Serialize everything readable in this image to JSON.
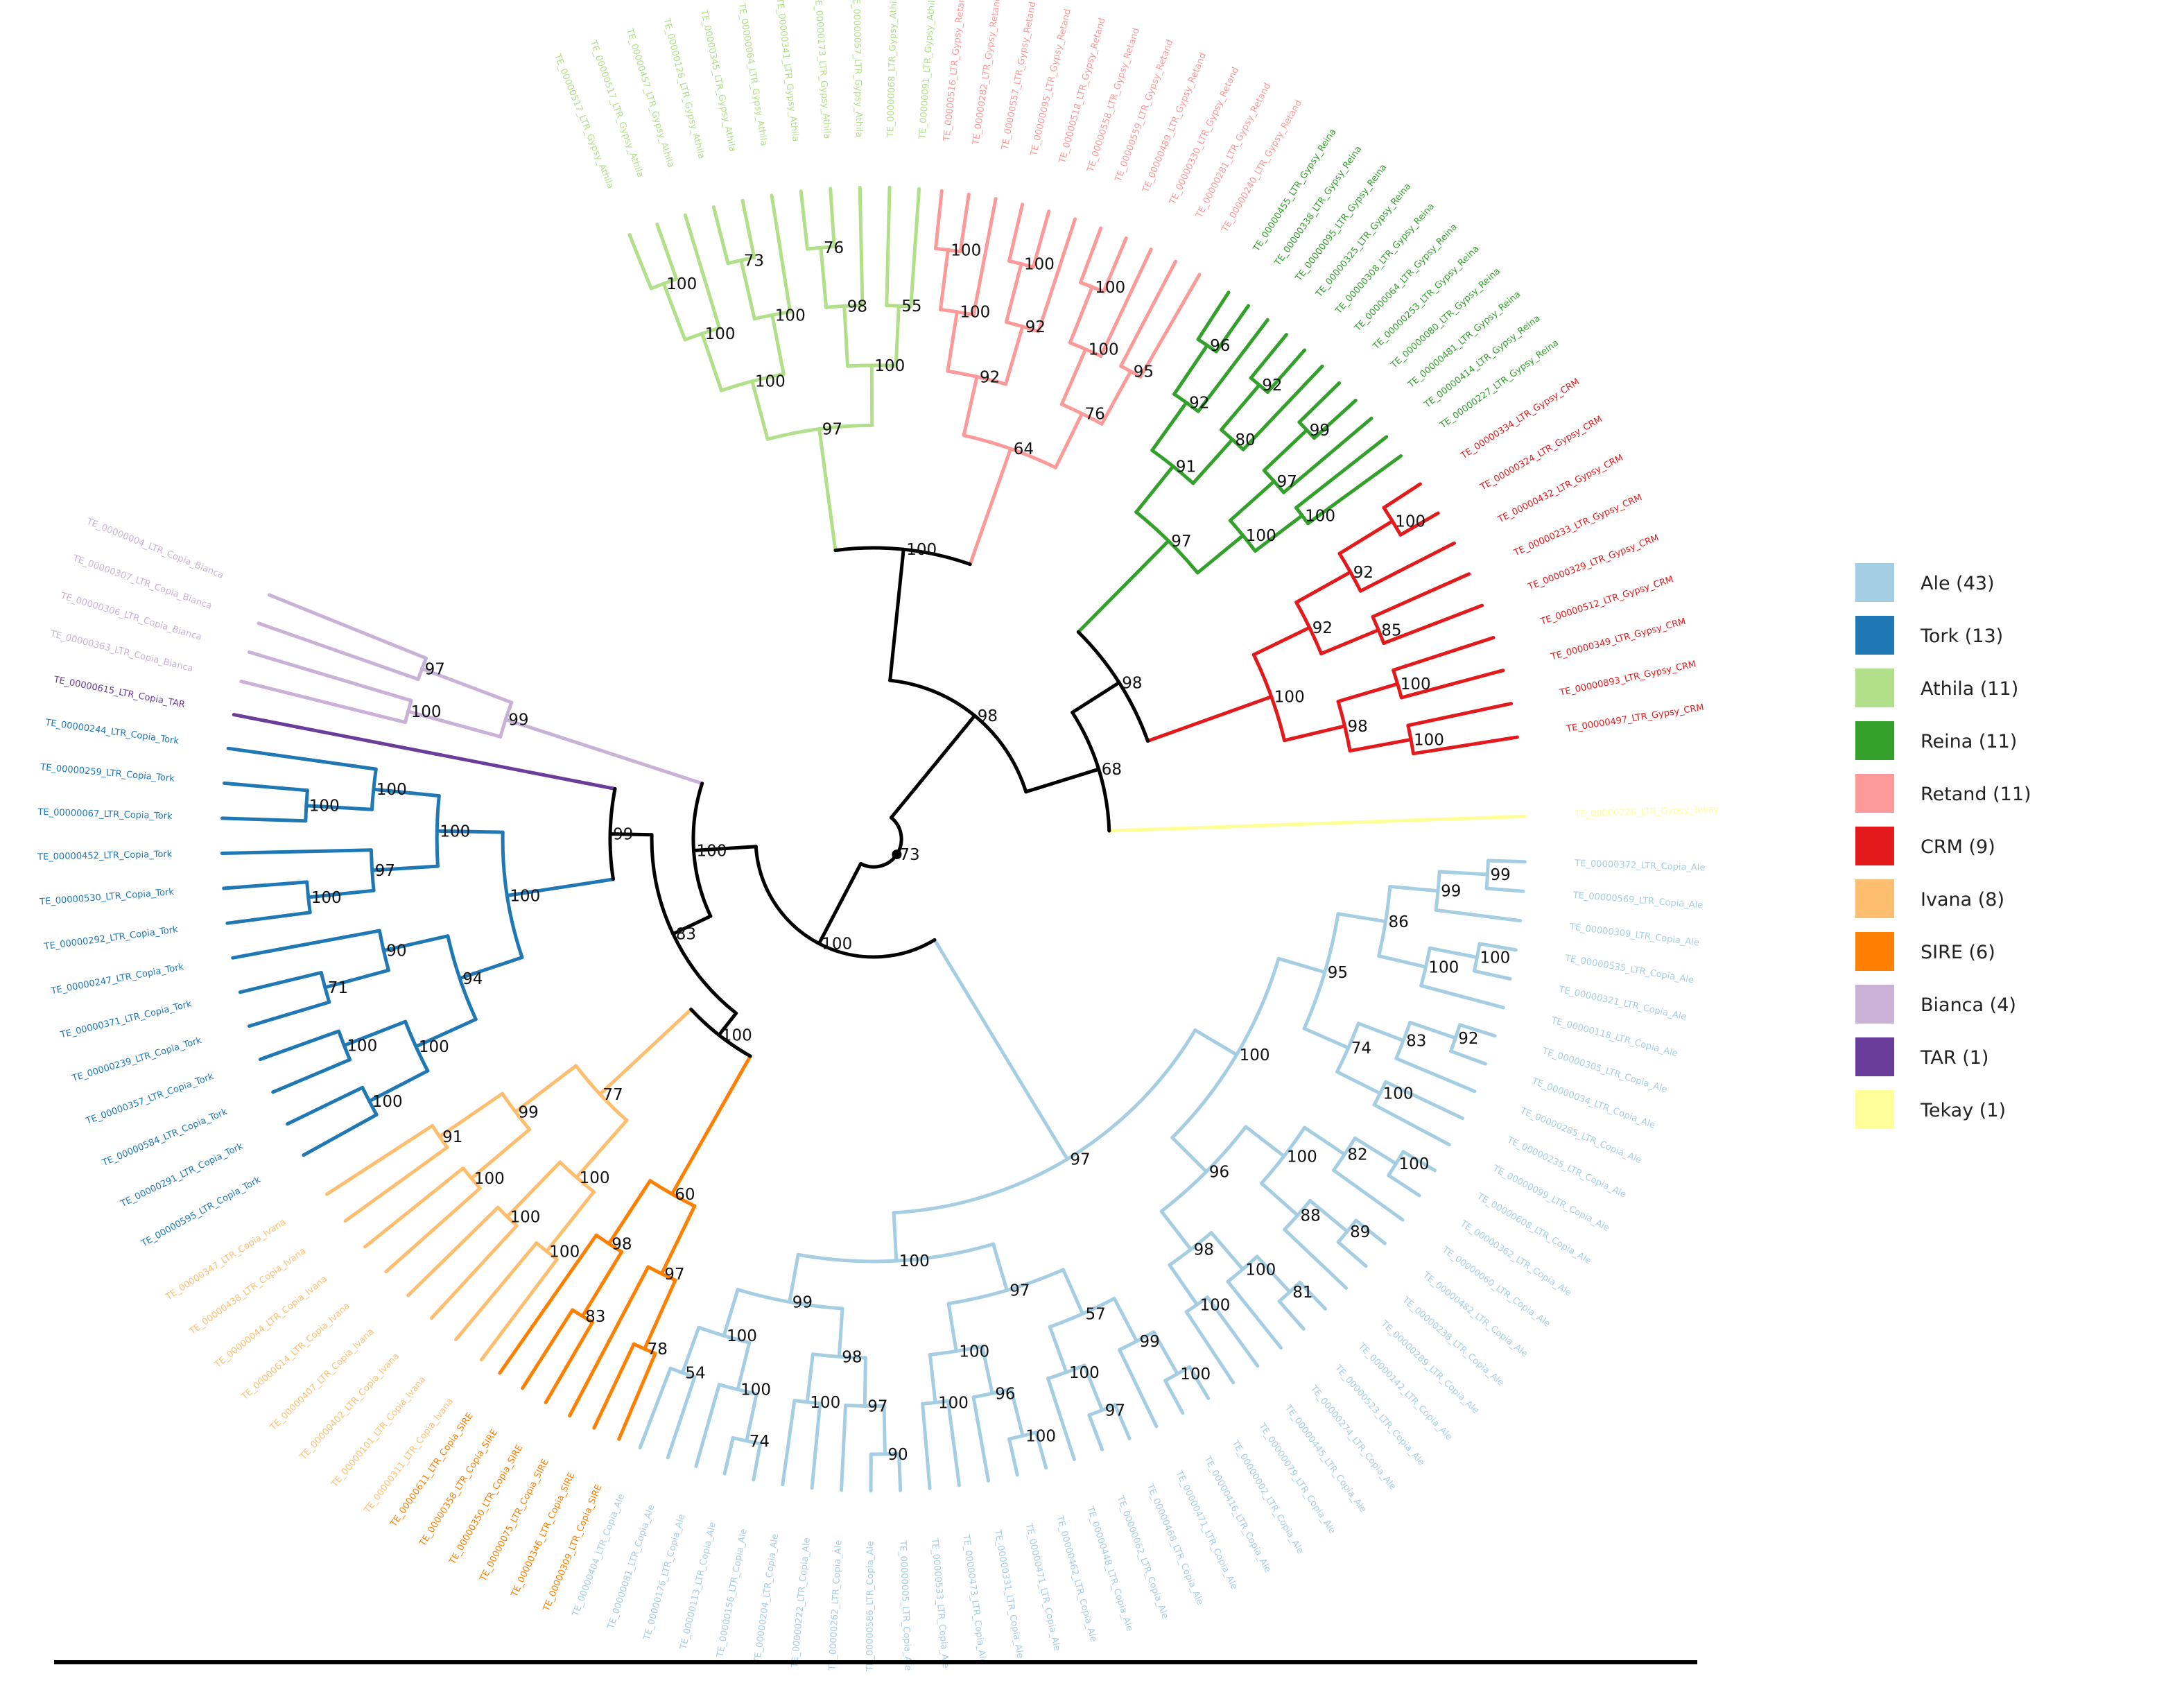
{
  "clade_order": [
    "Athila",
    "Retand",
    "Reina",
    "CRM",
    "Tekay",
    "Ale",
    "SIRE",
    "Ivana",
    "Tork",
    "TAR",
    "Bianca"
  ],
  "legend": [
    {
      "name": "Ale",
      "count": 43,
      "label": "Ale (43)",
      "color": "#a6cee3"
    },
    {
      "name": "Tork",
      "count": 13,
      "label": "Tork (13)",
      "color": "#1f78b4"
    },
    {
      "name": "Athila",
      "count": 11,
      "label": "Athila (11)",
      "color": "#b2df8a"
    },
    {
      "name": "Reina",
      "count": 11,
      "label": "Reina (11)",
      "color": "#33a02c"
    },
    {
      "name": "Retand",
      "count": 11,
      "label": "Retand (11)",
      "color": "#fb9a99"
    },
    {
      "name": "CRM",
      "count": 9,
      "label": "CRM (9)",
      "color": "#e31a1c"
    },
    {
      "name": "Ivana",
      "count": 8,
      "label": "Ivana (8)",
      "color": "#fdbf6f"
    },
    {
      "name": "SIRE",
      "count": 6,
      "label": "SIRE (6)",
      "color": "#ff7f00"
    },
    {
      "name": "Bianca",
      "count": 4,
      "label": "Bianca (4)",
      "color": "#cab2d6"
    },
    {
      "name": "TAR",
      "count": 1,
      "label": "TAR (1)",
      "color": "#6a3d9a"
    },
    {
      "name": "Tekay",
      "count": 1,
      "label": "Tekay (1)",
      "color": "#ffff99"
    }
  ],
  "leaves": {
    "Athila": [
      "TE_00000517_LTR_Gypsy_Athila",
      "TE_00000517_LTR_Gypsy_Athila",
      "TE_00000457_LTR_Gypsy_Athila",
      "TE_00000126_LTR_Gypsy_Athila",
      "TE_00000345_LTR_Gypsy_Athila",
      "TE_00000064_LTR_Gypsy_Athila",
      "TE_00000341_LTR_Gypsy_Athila",
      "TE_00000173_LTR_Gypsy_Athila",
      "TE_00000057_LTR_Gypsy_Athila",
      "TE_00000068_LTR_Gypsy_Athila",
      "TE_00000091_LTR_Gypsy_Athila"
    ],
    "Retand": [
      "TE_00000516_LTR_Gypsy_Retand",
      "TE_00000282_LTR_Gypsy_Retand",
      "TE_00000557_LTR_Gypsy_Retand",
      "TE_00000095_LTR_Gypsy_Retand",
      "TE_00000518_LTR_Gypsy_Retand",
      "TE_00000558_LTR_Gypsy_Retand",
      "TE_00000559_LTR_Gypsy_Retand",
      "TE_00000489_LTR_Gypsy_Retand",
      "TE_00000330_LTR_Gypsy_Retand",
      "TE_00000281_LTR_Gypsy_Retand",
      "TE_00000240_LTR_Gypsy_Retand"
    ],
    "Reina": [
      "TE_00000455_LTR_Gypsy_Reina",
      "TE_00000338_LTR_Gypsy_Reina",
      "TE_00000095_LTR_Gypsy_Reina",
      "TE_00000325_LTR_Gypsy_Reina",
      "TE_00000308_LTR_Gypsy_Reina",
      "TE_00000064_LTR_Gypsy_Reina",
      "TE_00000253_LTR_Gypsy_Reina",
      "TE_00000080_LTR_Gypsy_Reina",
      "TE_00000481_LTR_Gypsy_Reina",
      "TE_00000414_LTR_Gypsy_Reina",
      "TE_00000227_LTR_Gypsy_Reina"
    ],
    "CRM": [
      "TE_00000334_LTR_Gypsy_CRM",
      "TE_00000324_LTR_Gypsy_CRM",
      "TE_00000432_LTR_Gypsy_CRM",
      "TE_00000233_LTR_Gypsy_CRM",
      "TE_00000329_LTR_Gypsy_CRM",
      "TE_00000512_LTR_Gypsy_CRM",
      "TE_00000349_LTR_Gypsy_CRM",
      "TE_00000893_LTR_Gypsy_CRM",
      "TE_00000497_LTR_Gypsy_CRM"
    ],
    "Tekay": [
      "TE_00000226_LTR_Gypsy_Tekay"
    ],
    "Ale": [
      "TE_00000372_LTR_Copia_Ale",
      "TE_00000569_LTR_Copia_Ale",
      "TE_00000309_LTR_Copia_Ale",
      "TE_00000535_LTR_Copia_Ale",
      "TE_00000321_LTR_Copia_Ale",
      "TE_00000118_LTR_Copia_Ale",
      "TE_00000305_LTR_Copia_Ale",
      "TE_00000034_LTR_Copia_Ale",
      "TE_00000285_LTR_Copia_Ale",
      "TE_00000235_LTR_Copia_Ale",
      "TE_00000099_LTR_Copia_Ale",
      "TE_00000608_LTR_Copia_Ale",
      "TE_00000362_LTR_Copia_Ale",
      "TE_00000060_LTR_Copia_Ale",
      "TE_00000482_LTR_Copia_Ale",
      "TE_00000238_LTR_Copia_Ale",
      "TE_00000289_LTR_Copia_Ale",
      "TE_00000142_LTR_Copia_Ale",
      "TE_00000523_LTR_Copia_Ale",
      "TE_00000274_LTR_Copia_Ale",
      "TE_00000445_LTR_Copia_Ale",
      "TE_00000079_LTR_Copia_Ale",
      "TE_00000002_LTR_Copia_Ale",
      "TE_00000416_LTR_Copia_Ale",
      "TE_00000471_LTR_Copia_Ale",
      "TE_00000468_LTR_Copia_Ale",
      "TE_00000062_LTR_Copia_Ale",
      "TE_00000448_LTR_Copia_Ale",
      "TE_00000462_LTR_Copia_Ale",
      "TE_00000471_LTR_Copia_Ale",
      "TE_00000331_LTR_Copia_Ale",
      "TE_00000473_LTR_Copia_Ale",
      "TE_00000533_LTR_Copia_Ale",
      "TE_00000005_LTR_Copia_Ale",
      "TE_00000586_LTR_Copia_Ale",
      "TE_00000262_LTR_Copia_Ale",
      "TE_00000222_LTR_Copia_Ale",
      "TE_00000204_LTR_Copia_Ale",
      "TE_00000156_LTR_Copia_Ale",
      "TE_00000113_LTR_Copia_Ale",
      "TE_00000176_LTR_Copia_Ale",
      "TE_00000081_LTR_Copia_Ale",
      "TE_00000404_LTR_Copia_Ale"
    ],
    "SIRE": [
      "TE_00000309_LTR_Copia_SIRE",
      "TE_00000346_LTR_Copia_SIRE",
      "TE_00000075_LTR_Copia_SIRE",
      "TE_00000350_LTR_Copia_SIRE",
      "TE_00000358_LTR_Copia_SIRE",
      "TE_00000611_LTR_Copia_SIRE"
    ],
    "Ivana": [
      "TE_00000311_LTR_Copia_Ivana",
      "TE_00000101_LTR_Copia_Ivana",
      "TE_00000402_LTR_Copia_Ivana",
      "TE_00000407_LTR_Copia_Ivana",
      "TE_00000614_LTR_Copia_Ivana",
      "TE_00000044_LTR_Copia_Ivana",
      "TE_00000438_LTR_Copia_Ivana",
      "TE_00000347_LTR_Copia_Ivana"
    ],
    "Tork": [
      "TE_00000595_LTR_Copia_Tork",
      "TE_00000291_LTR_Copia_Tork",
      "TE_00000584_LTR_Copia_Tork",
      "TE_00000357_LTR_Copia_Tork",
      "TE_00000239_LTR_Copia_Tork",
      "TE_00000371_LTR_Copia_Tork",
      "TE_00000247_LTR_Copia_Tork",
      "TE_00000292_LTR_Copia_Tork",
      "TE_00000530_LTR_Copia_Tork",
      "TE_00000452_LTR_Copia_Tork",
      "TE_00000067_LTR_Copia_Tork",
      "TE_00000259_LTR_Copia_Tork",
      "TE_00000244_LTR_Copia_Tork"
    ],
    "TAR": [
      "TE_00000615_LTR_Copia_TAR"
    ],
    "Bianca": [
      "TE_00000363_LTR_Copia_Bianca",
      "TE_00000306_LTR_Copia_Bianca",
      "TE_00000307_LTR_Copia_Bianca",
      "TE_00000004_LTR_Copia_Bianca"
    ]
  },
  "bootstrap_values": [
    "100",
    "100",
    "73",
    "100",
    "100",
    "76",
    "98",
    "55",
    "100",
    "97",
    "100",
    "100",
    "100",
    "92",
    "92",
    "100",
    "100",
    "95",
    "76",
    "64",
    "96",
    "92",
    "92",
    "80",
    "91",
    "99",
    "97",
    "100",
    "100",
    "97",
    "100",
    "92",
    "85",
    "92",
    "100",
    "100",
    "98",
    "100",
    "99",
    "99",
    "100",
    "100",
    "86",
    "92",
    "83",
    "100",
    "74",
    "95",
    "100",
    "82",
    "89",
    "88",
    "100",
    "81",
    "100",
    "100",
    "98",
    "96",
    "100",
    "100",
    "99",
    "97",
    "100",
    "57",
    "100",
    "96",
    "100",
    "100",
    "97",
    "90",
    "97",
    "100",
    "98",
    "74",
    "100",
    "54",
    "100",
    "99",
    "100",
    "97",
    "78",
    "97",
    "83",
    "98",
    "60",
    "100",
    "100",
    "100",
    "100",
    "91",
    "99",
    "77",
    "100",
    "100",
    "100",
    "71",
    "90",
    "94",
    "100",
    "97",
    "100",
    "100",
    "100",
    "100",
    "100",
    "97",
    "99",
    "100",
    "98",
    "68",
    "98",
    "100",
    "99",
    "83"
  ]
}
